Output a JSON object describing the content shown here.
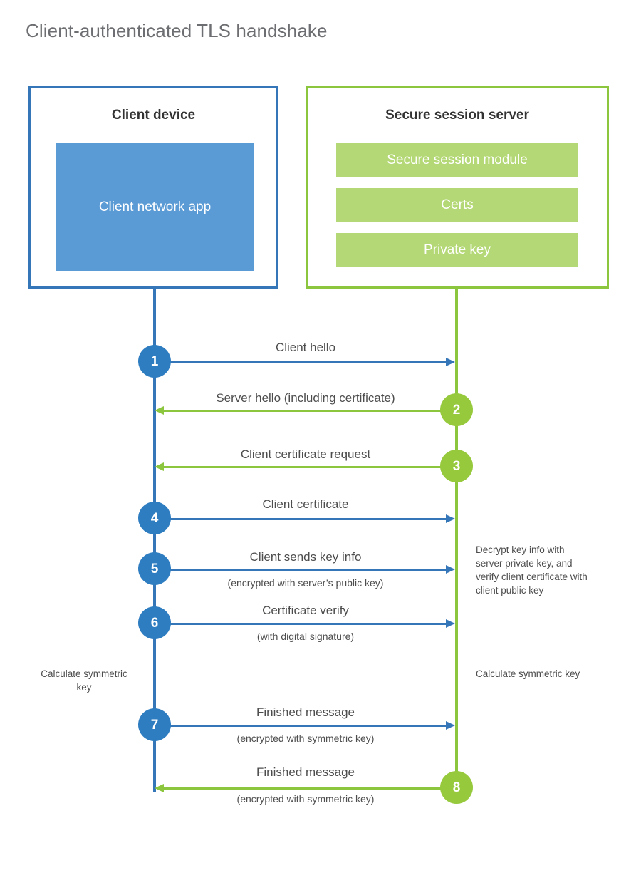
{
  "title": "Client-authenticated TLS handshake",
  "colors": {
    "client_accent": "#3576b8",
    "client_circle": "#2e7dc1",
    "client_app_fill": "#5b9bd5",
    "server_accent": "#8cc63e",
    "server_circle": "#97c93d",
    "server_bar_fill": "#b4d875",
    "text": "#4d4d4d",
    "title_text": "#6d6e71",
    "background": "#ffffff"
  },
  "client": {
    "title": "Client device",
    "app_label": "Client network app"
  },
  "server": {
    "title": "Secure session server",
    "components": [
      "Secure session module",
      "Certs",
      "Private key"
    ]
  },
  "steps": [
    {
      "number": "1",
      "label": "Client hello",
      "sublabel": "",
      "direction": "client-to-server",
      "actor": "client"
    },
    {
      "number": "2",
      "label": "Server hello (including certificate)",
      "sublabel": "",
      "direction": "server-to-client",
      "actor": "server"
    },
    {
      "number": "3",
      "label": "Client certificate request",
      "sublabel": "",
      "direction": "server-to-client",
      "actor": "server"
    },
    {
      "number": "4",
      "label": "Client certificate",
      "sublabel": "",
      "direction": "client-to-server",
      "actor": "client"
    },
    {
      "number": "5",
      "label": "Client sends key info",
      "sublabel": "(encrypted with server’s public key)",
      "direction": "client-to-server",
      "actor": "client"
    },
    {
      "number": "6",
      "label": "Certificate verify",
      "sublabel": "(with digital signature)",
      "direction": "client-to-server",
      "actor": "client"
    },
    {
      "number": "7",
      "label": "Finished message",
      "sublabel": "(encrypted with symmetric key)",
      "direction": "client-to-server",
      "actor": "client"
    },
    {
      "number": "8",
      "label": "Finished message",
      "sublabel": "(encrypted with symmetric key)",
      "direction": "server-to-client",
      "actor": "server"
    }
  ],
  "notes": {
    "server_decrypt": "Decrypt key info with server private key, and verify client certificate with client public key",
    "client_calculate": "Calculate symmetric key",
    "server_calculate": "Calculate symmetric key"
  }
}
